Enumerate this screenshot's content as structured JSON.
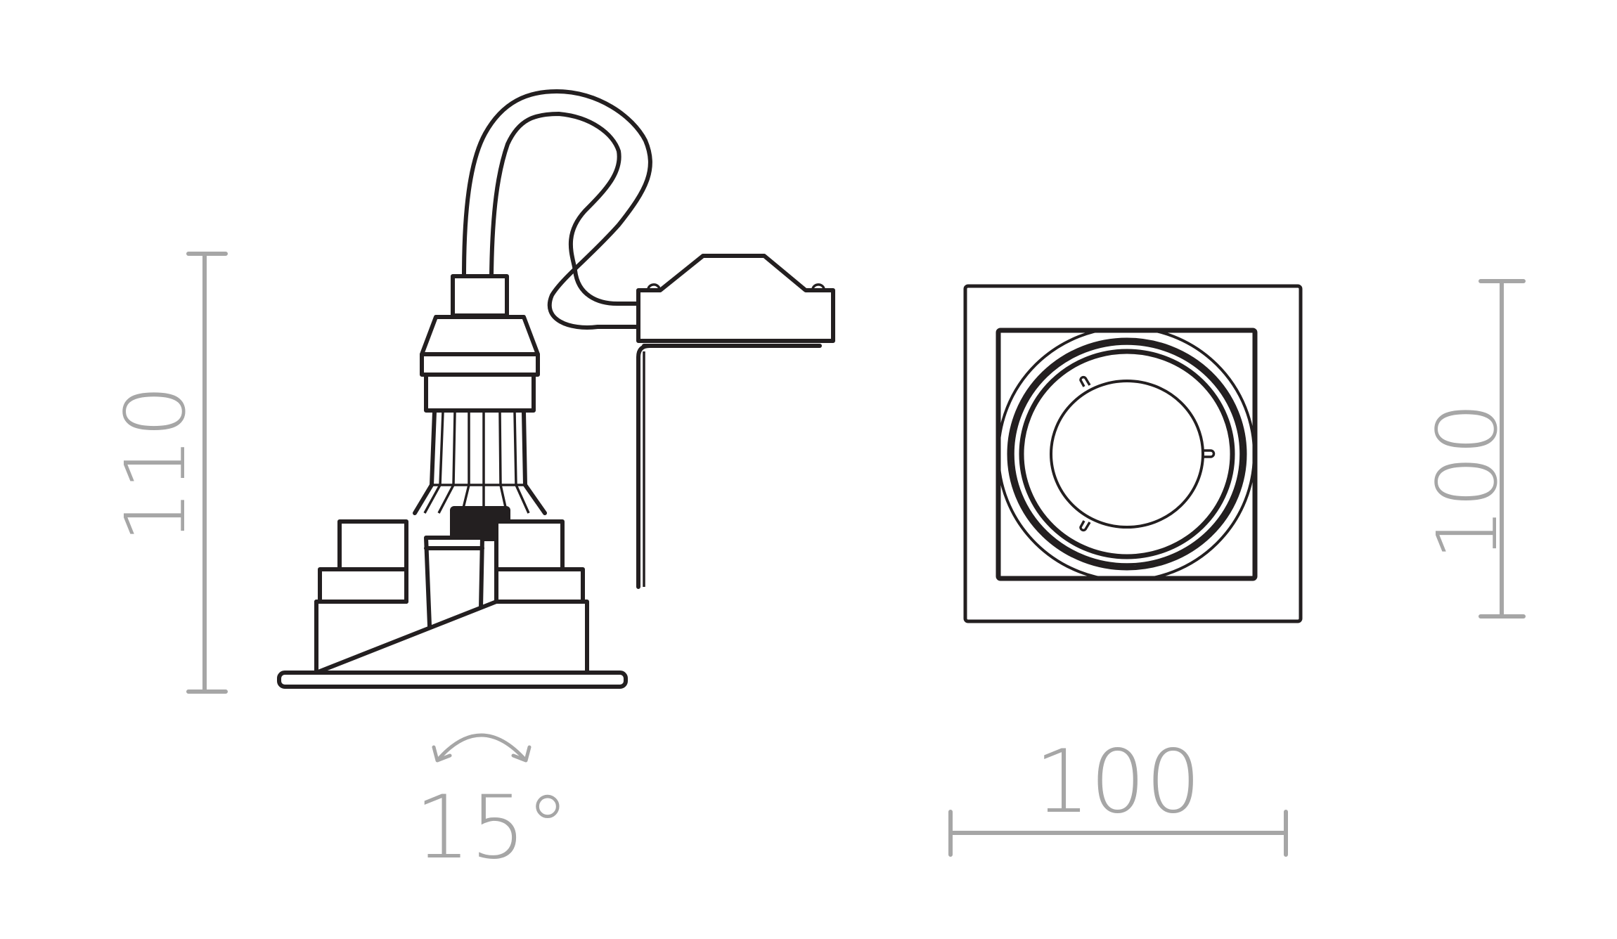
{
  "drawing": {
    "subject": "Recessed tilting downlight - technical dimension drawing",
    "views": [
      "side-view",
      "front-view"
    ],
    "colors": {
      "ink": "#231f20",
      "dimension": "#a6a6a6",
      "background": "#ffffff"
    }
  },
  "dimensions": {
    "side_height": "110",
    "front_height": "100",
    "front_width": "100",
    "tilt_angle": "15°"
  },
  "icons": {
    "tilt": "double-headed-arc-arrow"
  }
}
